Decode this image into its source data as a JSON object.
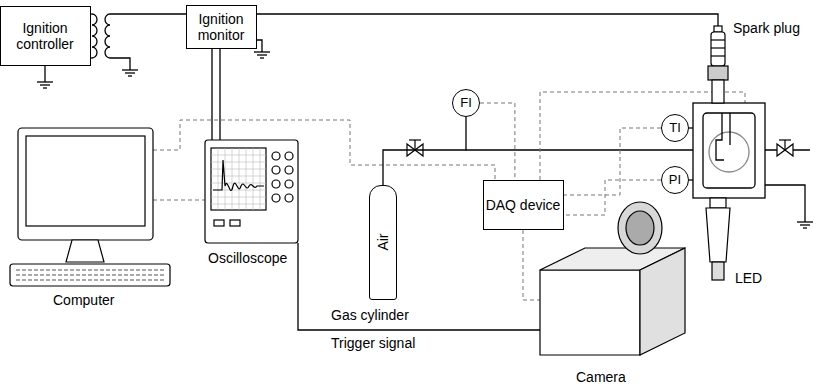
{
  "diagram": {
    "nodes": [
      {
        "text": [
          "Ignition controller"
        ]
      },
      {
        "text": [
          "Ignition monitor"
        ]
      },
      {
        "text": [
          "FI"
        ]
      },
      {
        "text": [
          "TI"
        ]
      },
      {
        "text": [
          "PI"
        ]
      },
      {
        "text": [
          "DAQ device"
        ]
      },
      {
        "text": [
          "Air"
        ]
      }
    ],
    "edges": [
      {
        "from": 6,
        "to": 2,
        "arrow": "none"
      },
      {
        "from": 2,
        "to": 5,
        "arrow": "none"
      },
      {
        "from": 3,
        "to": 5,
        "arrow": "none"
      },
      {
        "from": 4,
        "to": 5,
        "arrow": "none"
      }
    ],
    "labels": [
      "Spark plug",
      "Oscilloscope",
      "Gas cylinder",
      "LED",
      "Computer",
      "Trigger signal",
      "Camera"
    ]
  }
}
